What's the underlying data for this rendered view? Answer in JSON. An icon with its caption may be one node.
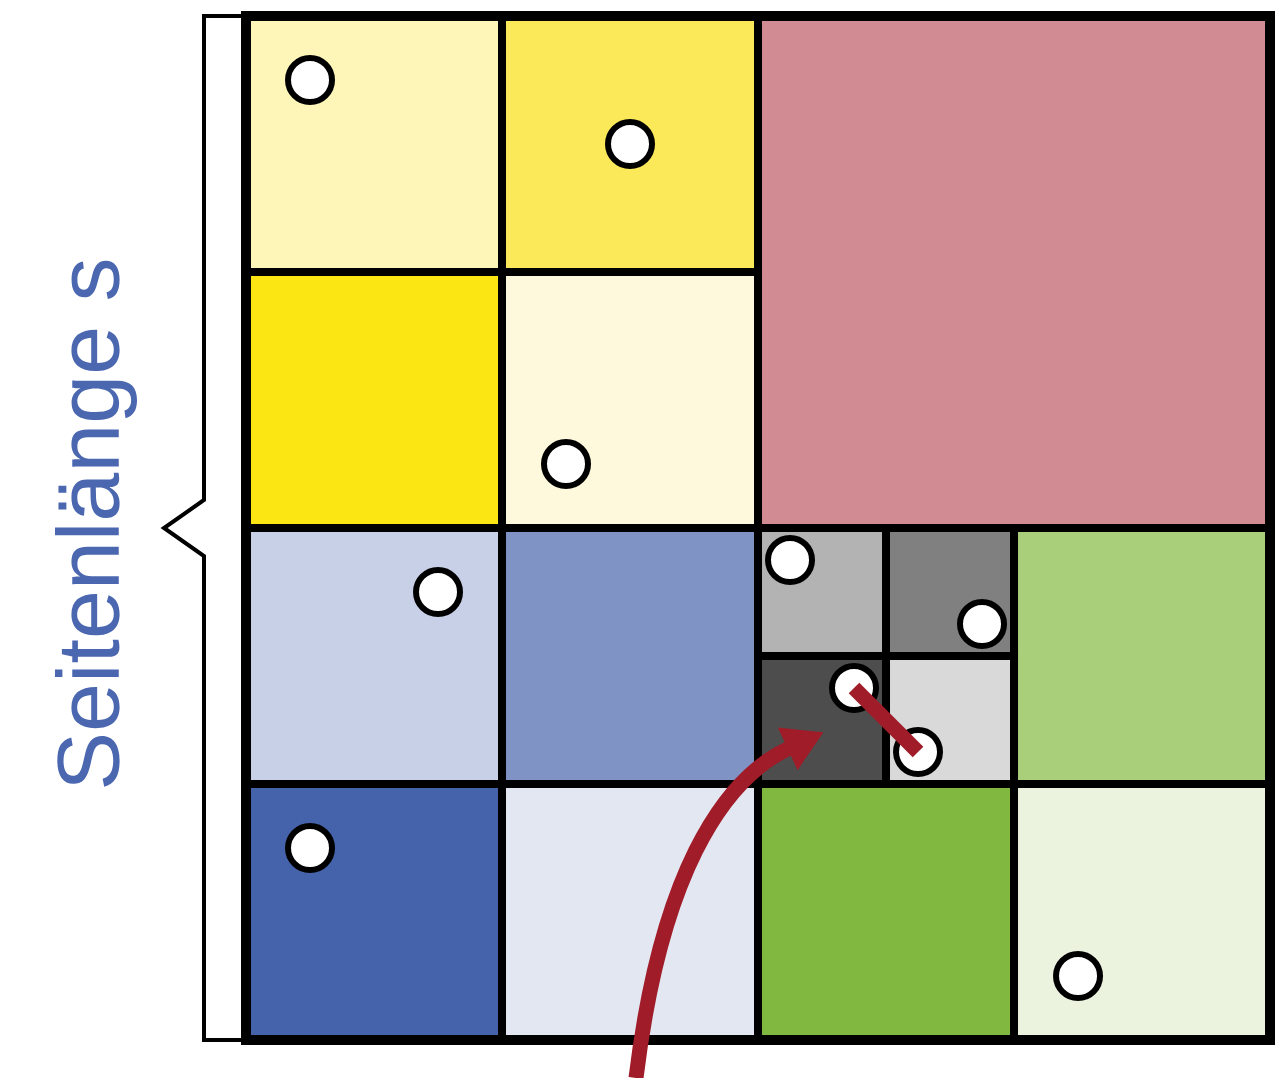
{
  "diagram": {
    "nodes": [
      {
        "text": [],
        "shape": "box"
      },
      {
        "text": [],
        "shape": "box"
      },
      {
        "text": [],
        "shape": "box"
      },
      {
        "text": [],
        "shape": "box"
      },
      {
        "text": [],
        "shape": "box"
      },
      {
        "text": [],
        "shape": "box"
      },
      {
        "text": [],
        "shape": "box"
      },
      {
        "text": [],
        "shape": "box"
      },
      {
        "text": [],
        "shape": "box"
      },
      {
        "text": [],
        "shape": "box"
      },
      {
        "text": [],
        "shape": "box"
      },
      {
        "text": [],
        "shape": "box"
      },
      {
        "text": [],
        "shape": "box"
      },
      {
        "text": [],
        "shape": "box"
      },
      {
        "text": [],
        "shape": "box"
      },
      {
        "text": [],
        "shape": "box"
      },
      {
        "text": [],
        "shape": "circle",
        "in": 0
      },
      {
        "text": [],
        "shape": "circle",
        "in": 1
      },
      {
        "text": [],
        "shape": "circle",
        "in": 4
      },
      {
        "text": [],
        "shape": "circle",
        "in": 5
      },
      {
        "text": [],
        "shape": "circle",
        "in": 7
      },
      {
        "text": [],
        "shape": "circle",
        "in": 8
      },
      {
        "text": [],
        "shape": "circle",
        "in": 10
      },
      {
        "text": [],
        "shape": "circle",
        "in": 11
      },
      {
        "text": [],
        "shape": "circle",
        "in": 12
      },
      {
        "text": [],
        "shape": "circle",
        "in": 15
      }
    ],
    "edges": [
      {
        "from": null,
        "to": 10,
        "arrow": "to",
        "color": "#a01c28"
      },
      {
        "from": 22,
        "to": 23,
        "arrow": "none",
        "color": "#a01c28"
      }
    ],
    "labels": [
      "Seitenlänge s"
    ]
  }
}
